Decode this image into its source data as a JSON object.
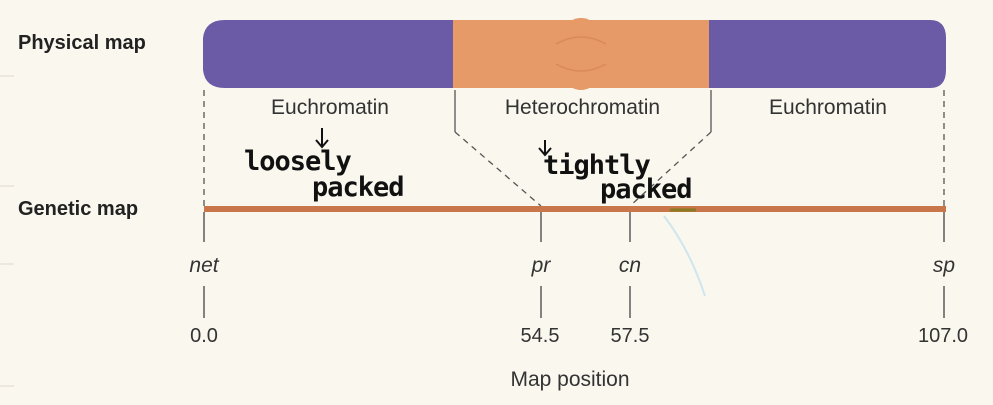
{
  "labels": {
    "physical_map": "Physical map",
    "genetic_map": "Genetic map",
    "axis_title": "Map position"
  },
  "regions": [
    {
      "name": "Euchromatin"
    },
    {
      "name": "Heterochromatin"
    },
    {
      "name": "Euchromatin"
    }
  ],
  "genes": [
    {
      "name": "net",
      "position": "0.0"
    },
    {
      "name": "pr",
      "position": "54.5"
    },
    {
      "name": "cn",
      "position": "57.5"
    },
    {
      "name": "sp",
      "position": "107.0"
    }
  ],
  "annotations": {
    "loosely": "loosely",
    "packed1": "packed",
    "tightly": "tightly",
    "packed2": "packed"
  },
  "colors": {
    "euchromatin": "#6b5aa6",
    "heterochromatin": "#e59a68",
    "genetic_line": "#c8764a",
    "background": "#faf7ee"
  }
}
